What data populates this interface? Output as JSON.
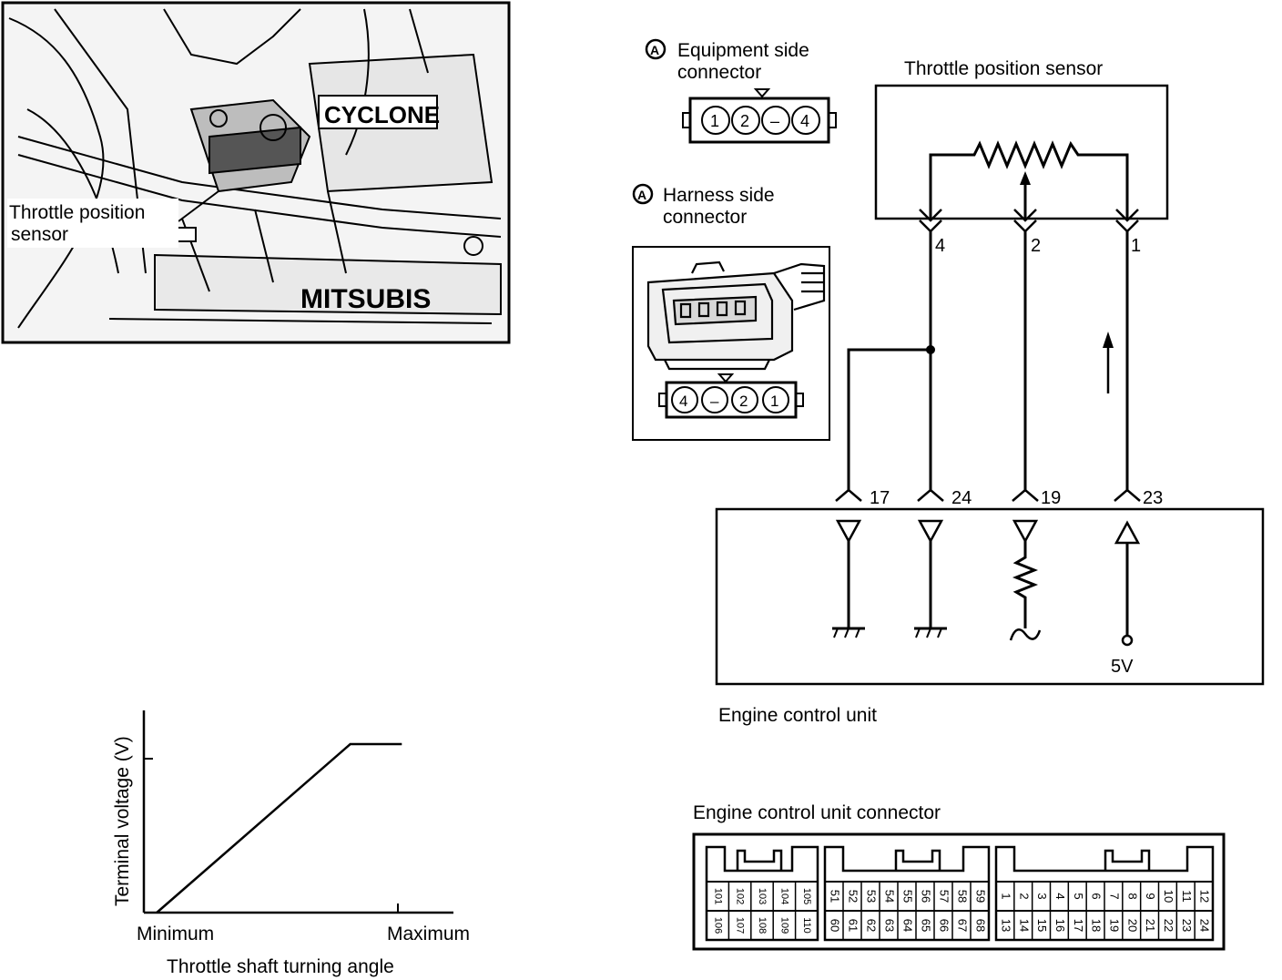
{
  "photo": {
    "label_line1": "Throttle position",
    "label_line2": "sensor",
    "engine_badge_1": "CYCLONE",
    "engine_badge_2": "MITSUBIS"
  },
  "equipment_connector": {
    "marker": "A",
    "title_line1": "Equipment side",
    "title_line2": "connector",
    "pins": [
      "1",
      "2",
      "–",
      "4"
    ]
  },
  "harness_connector": {
    "marker": "A",
    "title_line1": "Harness side",
    "title_line2": "connector",
    "pins": [
      "4",
      "–",
      "2",
      "1"
    ]
  },
  "sensor": {
    "title": "Throttle position sensor",
    "terminals": [
      "4",
      "2",
      "1"
    ]
  },
  "ecu": {
    "terminals": [
      "17",
      "24",
      "19",
      "23"
    ],
    "supply_label": "5V",
    "title": "Engine control unit"
  },
  "ecu_connector": {
    "title": "Engine control unit connector",
    "group1": {
      "top": [
        "101",
        "102",
        "103",
        "104",
        "105"
      ],
      "bottom": [
        "106",
        "107",
        "108",
        "109",
        "110"
      ]
    },
    "group2": {
      "top": [
        "51",
        "52",
        "53",
        "54",
        "55",
        "56",
        "57",
        "58",
        "59"
      ],
      "bottom": [
        "60",
        "61",
        "62",
        "63",
        "64",
        "65",
        "66",
        "67",
        "68"
      ]
    },
    "group3": {
      "top": [
        "1",
        "2",
        "3",
        "4",
        "5",
        "6",
        "7",
        "8",
        "9",
        "10",
        "11",
        "12"
      ],
      "bottom": [
        "13",
        "14",
        "15",
        "16",
        "17",
        "18",
        "19",
        "20",
        "21",
        "22",
        "23",
        "24"
      ]
    }
  },
  "chart_data": {
    "type": "line",
    "ylabel": "Terminal voltage (V)",
    "xlabel": "Throttle shaft turning angle",
    "tick_labels": [
      "Minimum",
      "Maximum"
    ],
    "series": [
      {
        "x": [
          0.05,
          0.8,
          1.0
        ],
        "y": [
          0.0,
          1.0,
          1.0
        ]
      }
    ],
    "xlim": [
      0,
      1.2
    ],
    "ylim": [
      0,
      1.2
    ],
    "grid": false
  }
}
